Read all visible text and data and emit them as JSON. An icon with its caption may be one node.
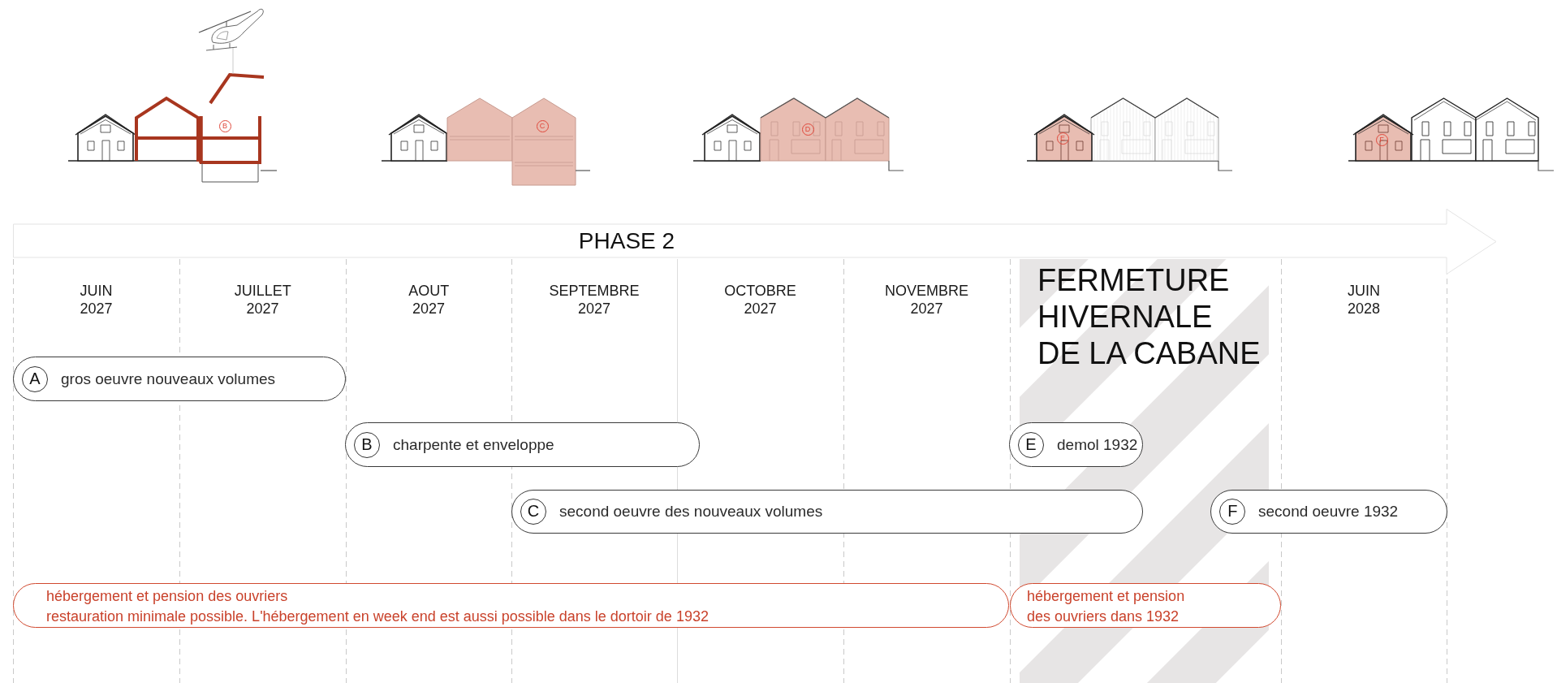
{
  "diagram": {
    "nodes": [
      {
        "text": [
          "PHASE 2"
        ]
      },
      {
        "text": [
          "FERMETURE HIVERNALE DE LA CABANE"
        ]
      },
      {
        "text": [
          "gros oeuvre nouveaux volumes"
        ]
      },
      {
        "text": [
          "A"
        ],
        "in": 2
      },
      {
        "text": [
          "charpente et enveloppe"
        ]
      },
      {
        "text": [
          "B"
        ],
        "in": 4
      },
      {
        "text": [
          "demol 1932"
        ]
      },
      {
        "text": [
          "E"
        ],
        "in": 6
      },
      {
        "text": [
          "second oeuvre des nouveaux volumes"
        ]
      },
      {
        "text": [
          "C"
        ],
        "in": 8
      },
      {
        "text": [
          "second oeuvre 1932"
        ]
      },
      {
        "text": [
          "F"
        ]
      },
      {
        "text": [
          "hébergement et pension des ouvriers",
          "restauration minimale possible. L'hébergement en week end est aussi possible dans le dortoir de 1932"
        ]
      },
      {
        "text": [
          "hébergement et pension des ouvriers dans 1932"
        ]
      }
    ],
    "labels": [
      "B",
      "C",
      "D",
      "E",
      "F",
      "JUIN 2027",
      "JUILLET 2027",
      "AOUT 2027",
      "SEPTEMBRE 2027",
      "OCTOBRE 2027",
      "NOVEMBRE 2027",
      "JUIN 2028"
    ]
  }
}
